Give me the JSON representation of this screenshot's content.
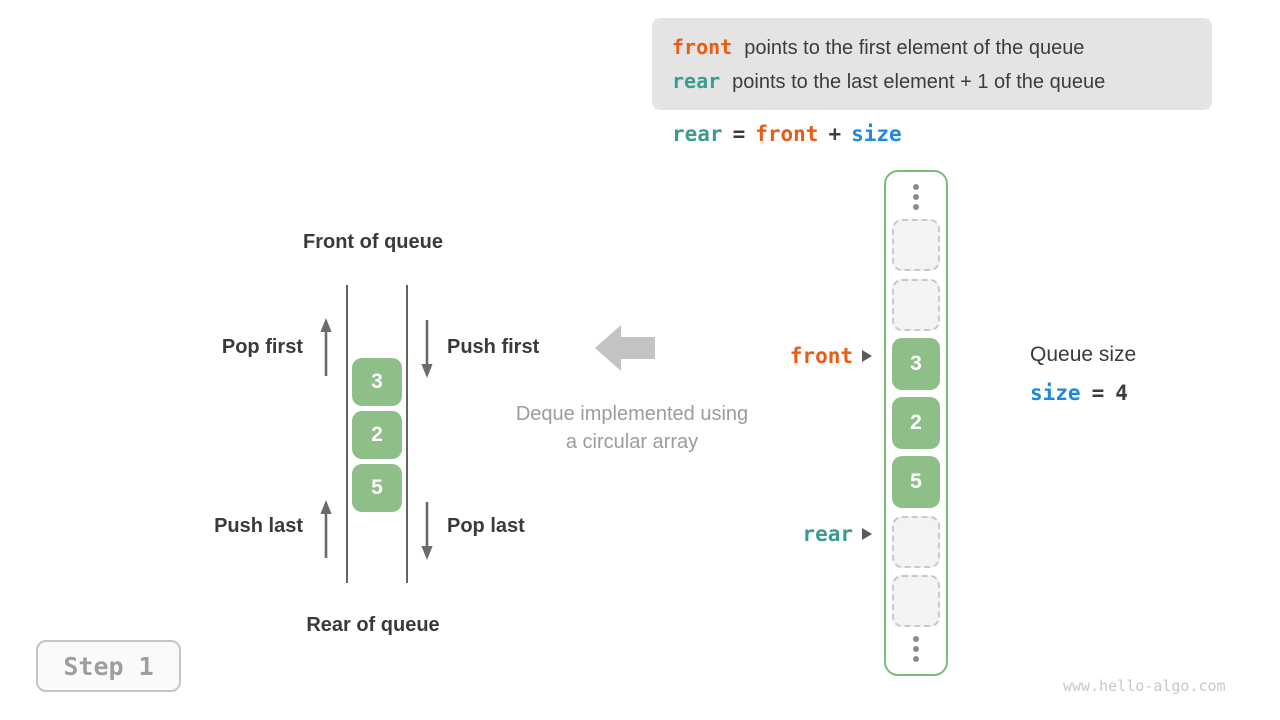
{
  "info_box": {
    "line1": {
      "keyword": "front",
      "text": "points to the first element of the queue"
    },
    "line2": {
      "keyword": "rear",
      "text": "points to the last element + 1 of the queue"
    }
  },
  "formula": {
    "rear": "rear",
    "eq": "=",
    "front": "front",
    "plus": "+",
    "size": "size"
  },
  "queue_diagram": {
    "front_label": "Front of queue",
    "rear_label": "Rear of queue",
    "pop_first": "Pop first",
    "push_first": "Push first",
    "push_last": "Push last",
    "pop_last": "Pop last",
    "values": [
      "3",
      "2",
      "5"
    ]
  },
  "caption": {
    "line1": "Deque implemented using",
    "line2": "a circular array"
  },
  "array": {
    "front_pointer": "front",
    "rear_pointer": "rear",
    "cells": [
      {
        "type": "ellipsis"
      },
      {
        "type": "empty"
      },
      {
        "type": "empty"
      },
      {
        "type": "filled",
        "value": "3",
        "pointer": "front"
      },
      {
        "type": "filled",
        "value": "2"
      },
      {
        "type": "filled",
        "value": "5"
      },
      {
        "type": "empty",
        "pointer": "rear"
      },
      {
        "type": "empty"
      },
      {
        "type": "ellipsis"
      }
    ]
  },
  "queue_size": {
    "label": "Queue size",
    "var": "size",
    "eq": "=",
    "value": "4"
  },
  "step_badge": {
    "label": "Step 1"
  },
  "watermark": "www.hello-algo.com",
  "colors": {
    "front_orange": "#ec5b13",
    "rear_teal": "#3a9c8e",
    "size_blue": "#1e87e5",
    "box_green": "#8fbf88",
    "array_border_green": "#7cbb77",
    "info_box_bg": "#e4e4e4",
    "caption_gray": "#9c9c9c",
    "arrow_gray": "#6b6b6b",
    "big_arrow_gray": "#c3c3c3"
  }
}
